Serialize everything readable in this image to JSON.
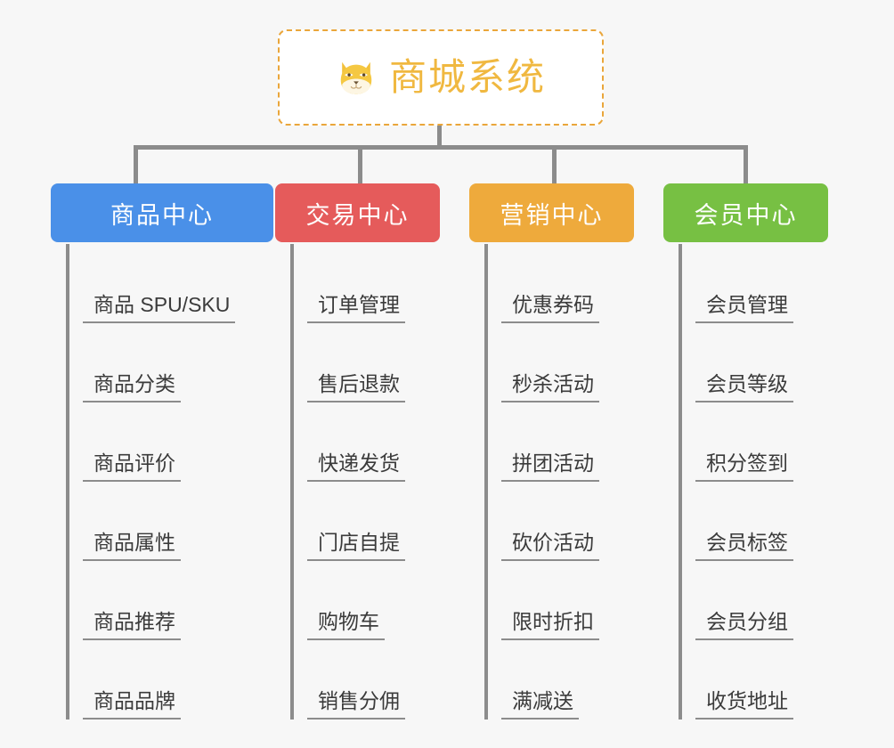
{
  "root": {
    "title": "商城系统",
    "icon": "shiba-dog-face-icon",
    "border_color": "#eaa63b",
    "text_color": "#f0b840",
    "background": "#ffffff"
  },
  "canvas": {
    "background": "#f7f7f7",
    "connector_color": "#8c8c8c"
  },
  "branches": [
    {
      "label": "商品中心",
      "color": "#4a90e8",
      "items": [
        "商品 SPU/SKU",
        "商品分类",
        "商品评价",
        "商品属性",
        "商品推荐",
        "商品品牌"
      ]
    },
    {
      "label": "交易中心",
      "color": "#e55b5b",
      "items": [
        "订单管理",
        "售后退款",
        "快递发货",
        "门店自提",
        "购物车",
        "销售分佣"
      ]
    },
    {
      "label": "营销中心",
      "color": "#eeaa3c",
      "items": [
        "优惠券码",
        "秒杀活动",
        "拼团活动",
        "砍价活动",
        "限时折扣",
        "满减送"
      ]
    },
    {
      "label": "会员中心",
      "color": "#77c043",
      "items": [
        "会员管理",
        "会员等级",
        "积分签到",
        "会员标签",
        "会员分组",
        "收货地址"
      ]
    }
  ]
}
